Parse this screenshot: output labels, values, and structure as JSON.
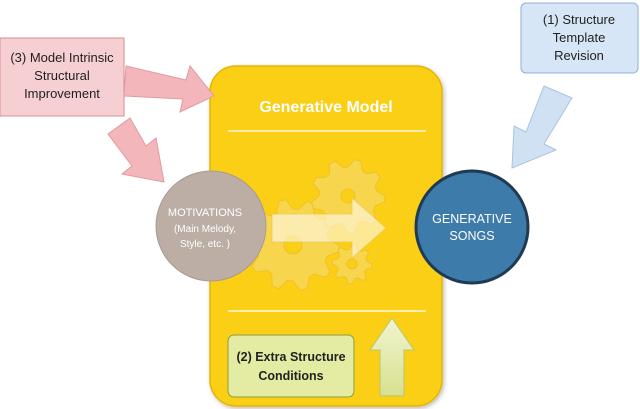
{
  "model": {
    "title": "Generative Model"
  },
  "boxes": {
    "model_intrinsic": [
      "(3) Model Intrinsic",
      "Structural",
      "Improvement"
    ],
    "structure_template": [
      "(1) Structure",
      "Template",
      "Revision"
    ],
    "extra_conditions": [
      "(2) Extra Structure",
      "Conditions"
    ]
  },
  "circles": {
    "motivations": [
      "MOTIVATIONS",
      "(Main Melody,",
      "Style, etc. )"
    ],
    "generative_songs": [
      "GENERATIVE",
      "SONGS"
    ]
  },
  "colors": {
    "model_panel": "#fbcf14",
    "model_panel_border": "#e6b400",
    "red_box_fill": "#f6cfd2",
    "red_box_stroke": "#d98c95",
    "red_arrow_fill": "#f3b6bb",
    "blue_box_fill": "#d6e6f6",
    "blue_box_stroke": "#8eb1d6",
    "blue_arrow_fill": "#cfe1f3",
    "green_box_fill": "#e4eca4",
    "green_box_stroke": "#8e9c3a",
    "green_arrow_fill": "#dfe6a8",
    "motivations_fill": "#bcaea4",
    "songs_fill": "#3d7bab",
    "songs_stroke": "#1f3a52"
  },
  "icons": [
    "gear-icon",
    "arrow-right-icon"
  ]
}
